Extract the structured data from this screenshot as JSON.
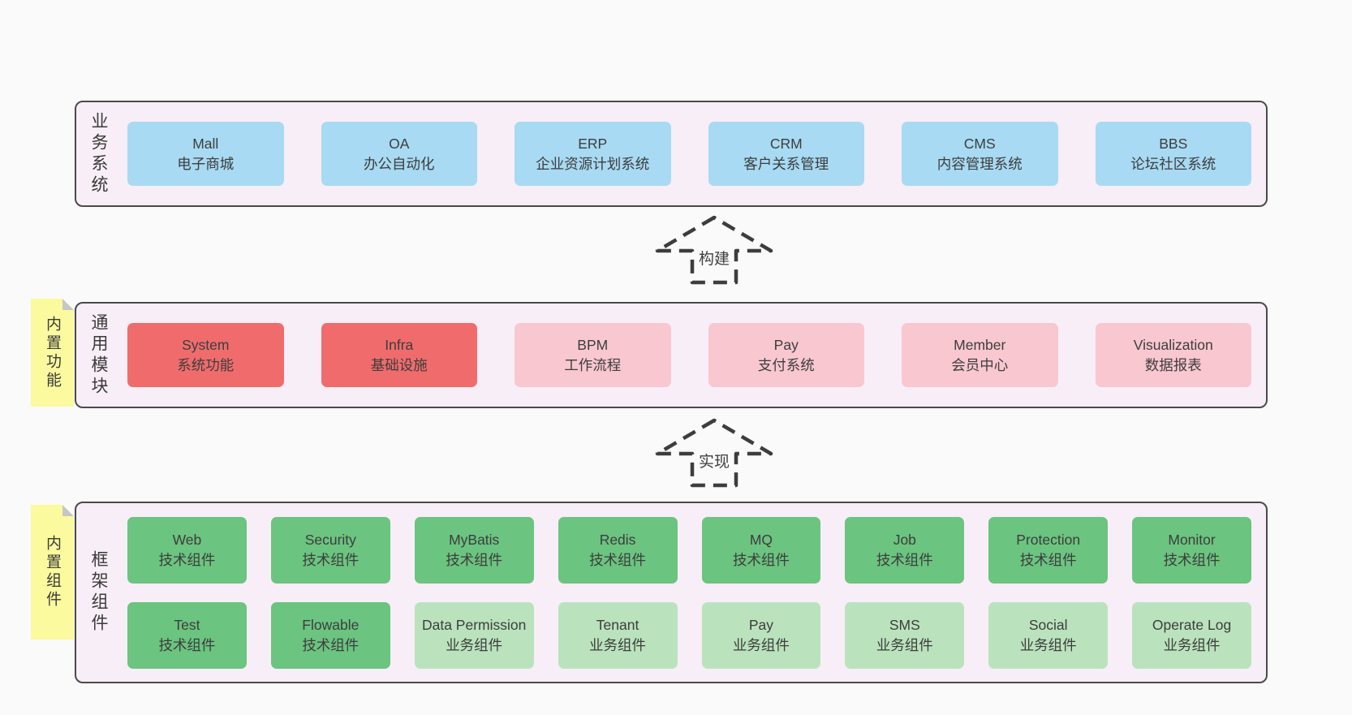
{
  "colors": {
    "blue": "#a8daf3",
    "red": "#f06c6c",
    "pink": "#f9c7d0",
    "green": "#6bc480",
    "lightgreen": "#bae3bd",
    "band_bg": "#f8eef7",
    "band_border": "#4a4a4a",
    "sticky_bg": "#fbfa9e",
    "sticky_fold": "#c6c6c6",
    "page_bg": "#fafafa",
    "text": "#3d3d3d"
  },
  "bands": [
    {
      "label": "业务系统",
      "rows": [
        [
          {
            "name": "Mall",
            "desc": "电子商城",
            "color": "blue"
          },
          {
            "name": "OA",
            "desc": "办公自动化",
            "color": "blue"
          },
          {
            "name": "ERP",
            "desc": "企业资源计划系统",
            "color": "blue"
          },
          {
            "name": "CRM",
            "desc": "客户关系管理",
            "color": "blue"
          },
          {
            "name": "CMS",
            "desc": "内容管理系统",
            "color": "blue"
          },
          {
            "name": "BBS",
            "desc": "论坛社区系统",
            "color": "blue"
          }
        ]
      ]
    },
    {
      "label": "通用模块",
      "sticky": "内置功能",
      "rows": [
        [
          {
            "name": "System",
            "desc": "系统功能",
            "color": "red"
          },
          {
            "name": "Infra",
            "desc": "基础设施",
            "color": "red"
          },
          {
            "name": "BPM",
            "desc": "工作流程",
            "color": "pink"
          },
          {
            "name": "Pay",
            "desc": "支付系统",
            "color": "pink"
          },
          {
            "name": "Member",
            "desc": "会员中心",
            "color": "pink"
          },
          {
            "name": "Visualization",
            "desc": "数据报表",
            "color": "pink"
          }
        ]
      ]
    },
    {
      "label": "框架组件",
      "sticky": "内置组件",
      "rows": [
        [
          {
            "name": "Web",
            "desc": "技术组件",
            "color": "green"
          },
          {
            "name": "Security",
            "desc": "技术组件",
            "color": "green"
          },
          {
            "name": "MyBatis",
            "desc": "技术组件",
            "color": "green"
          },
          {
            "name": "Redis",
            "desc": "技术组件",
            "color": "green"
          },
          {
            "name": "MQ",
            "desc": "技术组件",
            "color": "green"
          },
          {
            "name": "Job",
            "desc": "技术组件",
            "color": "green"
          },
          {
            "name": "Protection",
            "desc": "技术组件",
            "color": "green"
          },
          {
            "name": "Monitor",
            "desc": "技术组件",
            "color": "green"
          }
        ],
        [
          {
            "name": "Test",
            "desc": "技术组件",
            "color": "green"
          },
          {
            "name": "Flowable",
            "desc": "技术组件",
            "color": "green"
          },
          {
            "name": "Data Permission",
            "desc": "业务组件",
            "color": "lightgreen"
          },
          {
            "name": "Tenant",
            "desc": "业务组件",
            "color": "lightgreen"
          },
          {
            "name": "Pay",
            "desc": "业务组件",
            "color": "lightgreen"
          },
          {
            "name": "SMS",
            "desc": "业务组件",
            "color": "lightgreen"
          },
          {
            "name": "Social",
            "desc": "业务组件",
            "color": "lightgreen"
          },
          {
            "name": "Operate Log",
            "desc": "业务组件",
            "color": "lightgreen"
          }
        ]
      ]
    }
  ],
  "arrows": [
    {
      "label": "构建"
    },
    {
      "label": "实现"
    }
  ]
}
